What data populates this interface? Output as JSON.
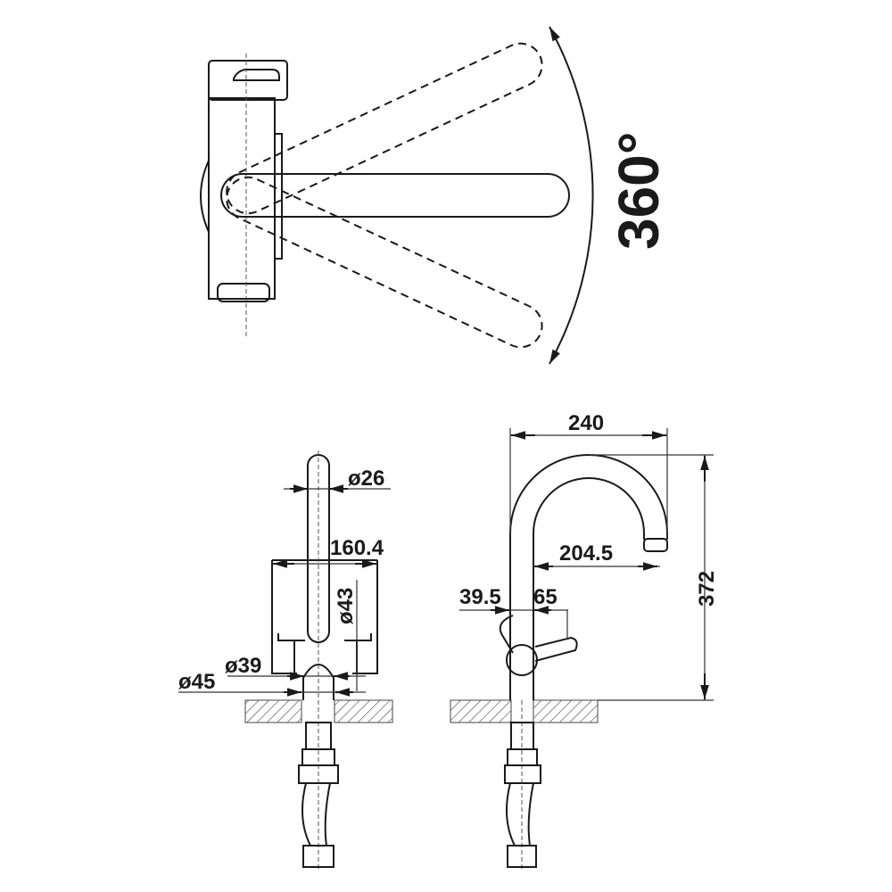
{
  "top_view": {
    "rotation_label": "360°"
  },
  "front_view": {
    "spout_diameter": "ø26",
    "width": "160.4",
    "body_diameter": "ø43",
    "base_inner_diameter": "ø39",
    "base_outer_diameter": "ø45"
  },
  "side_view": {
    "reach_total": "240",
    "height": "372",
    "reach_spout": "204.5",
    "lever_back": "39.5",
    "lever_front": "65"
  }
}
